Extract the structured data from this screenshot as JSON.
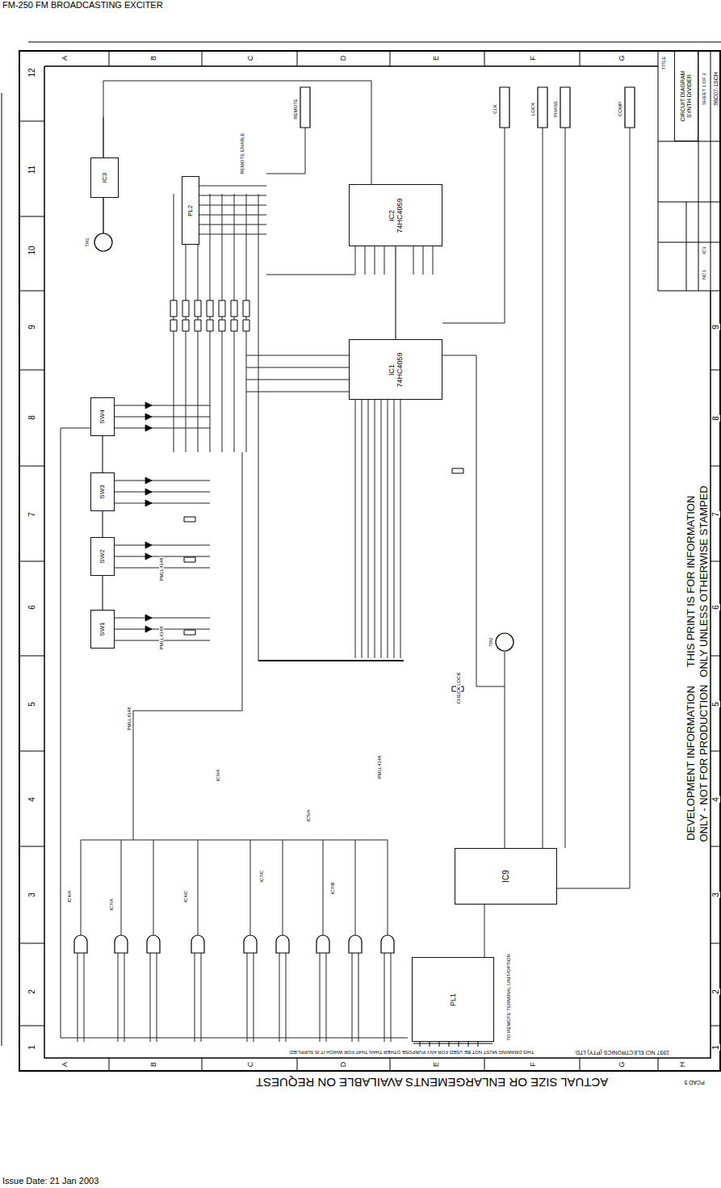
{
  "diagram": {
    "title": "FM-250 FM BROADCASTING EXCITER",
    "nodes": [
      {
        "text": [
          "IC2",
          "74HC4059"
        ]
      },
      {
        "text": [
          "IC1",
          "74HC4059"
        ]
      },
      {
        "text": [
          "SW4"
        ]
      },
      {
        "text": [
          "SW3"
        ]
      },
      {
        "text": [
          "SW2"
        ]
      },
      {
        "text": [
          "SW1"
        ]
      },
      {
        "text": [
          "IC9"
        ]
      },
      {
        "text": [
          "PL1"
        ]
      },
      {
        "text": [
          "PL2"
        ]
      },
      {
        "text": [
          "IC3"
        ]
      },
      {
        "text": [
          "CIRCUIT DIAGRAM",
          "SYNTH DIVIDER"
        ]
      }
    ],
    "edges": [
      {
        "from": 0,
        "to": 1,
        "arrow": "none"
      },
      {
        "from": 2,
        "to": 3,
        "arrow": "none"
      },
      {
        "from": 3,
        "to": 4,
        "arrow": "none"
      },
      {
        "from": 4,
        "to": 5,
        "arrow": "none"
      }
    ],
    "labels": [
      "Issue Date: 21 Jan 2003",
      "A",
      "B",
      "C",
      "D",
      "E",
      "F",
      "G",
      "A",
      "B",
      "C",
      "D",
      "E",
      "F",
      "G",
      "H",
      "12",
      "11",
      "10",
      "9",
      "8",
      "7",
      "6",
      "5",
      "4",
      "3",
      "2",
      "1",
      "9",
      "8",
      "7",
      "6",
      "5",
      "4",
      "3",
      "2",
      "1",
      "DEVELOPMENT INFORMATION",
      "ONLY - NOT FOR PRODUCTION",
      "THIS PRINT IS FOR INFORMATION",
      "ONLY UNLESS OTHERWISE STAMPED",
      "ACTUAL SIZE OR ENLARGEMENTS AVAILABLE ON REQUEST",
      "1997 NCI ELECTRONICS (PTY) LTD.",
      "THIS DRAWING MUST NOT BE USED FOR ANY PURPOSE OTHER THAN THAT FOR WHICH IT IS SUPPLIED",
      "PCAD 5",
      "TITLE",
      "SHEET 1 OF 2",
      "98C07-1SCH",
      "NC1",
      "IC3",
      "REMOTE",
      "CLK",
      "LOCK",
      "PHASE",
      "COMP",
      "CHECK LOCK",
      "TO REMOTE TERMINAL UNIT/OPTION",
      "REMOTE ENABLE",
      "TR1",
      "TR2",
      "PMLL4148",
      "PMLL4148",
      "PMLL4148",
      "PMLL4148",
      "IC4/A",
      "IC7/A",
      "IC4/C",
      "IC7/C",
      "IC7/B",
      "IC5/A",
      "IC6/A"
    ]
  }
}
